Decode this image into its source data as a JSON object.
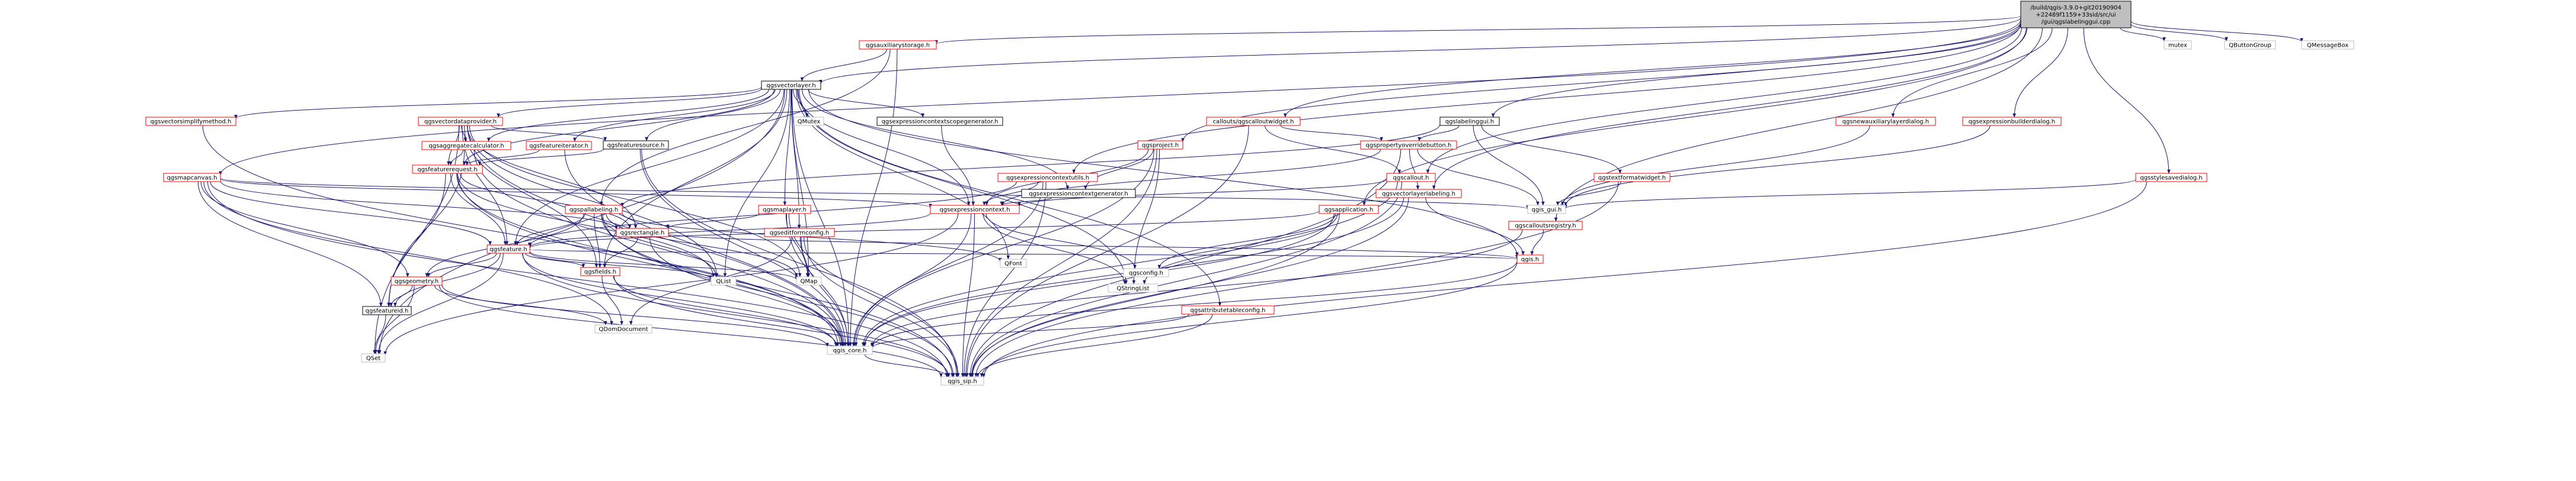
{
  "graph": {
    "kind": "include-dependency-graph",
    "nodes": [
      {
        "id": "root",
        "lines": [
          "/build/qgis-3.9.0+git20190904",
          "+22489f1159+33sid/src/ui",
          "/gui/qgslabelinggui.cpp"
        ],
        "style": "focus"
      },
      {
        "id": "qgsauxiliarystorage",
        "lines": [
          "qgsauxiliarystorage.h"
        ],
        "style": "red"
      },
      {
        "id": "qgsvectorlayer",
        "lines": [
          "qgsvectorlayer.h"
        ],
        "style": "black"
      },
      {
        "id": "qgsvectorsimplifymethod",
        "lines": [
          "qgsvectorsimplifymethod.h"
        ],
        "style": "red"
      },
      {
        "id": "qgsvectordataprovider",
        "lines": [
          "qgsvectordataprovider.h"
        ],
        "style": "red"
      },
      {
        "id": "qgsmapcanvas",
        "lines": [
          "qgsmapcanvas.h"
        ],
        "style": "red"
      },
      {
        "id": "qmutex",
        "lines": [
          "QMutex"
        ],
        "style": "grey"
      },
      {
        "id": "qgsexpressioncontextscopegenerator",
        "lines": [
          "qgsexpressioncontextscopegenerator.h"
        ],
        "style": "black"
      },
      {
        "id": "qgsfeaturesource",
        "lines": [
          "qgsfeaturesource.h"
        ],
        "style": "black"
      },
      {
        "id": "qgsaggregatecalculator",
        "lines": [
          "qgsaggregatecalculator.h"
        ],
        "style": "red"
      },
      {
        "id": "qgsfeatureiterator",
        "lines": [
          "qgsfeatureiterator.h"
        ],
        "style": "red"
      },
      {
        "id": "qgsfeaturerequest",
        "lines": [
          "qgsfeaturerequest.h"
        ],
        "style": "red"
      },
      {
        "id": "qgspallabeling",
        "lines": [
          "qgspallabeling.h"
        ],
        "style": "red"
      },
      {
        "id": "qgsmaplayer",
        "lines": [
          "qgsmaplayer.h"
        ],
        "style": "red"
      },
      {
        "id": "qgseditformconfig",
        "lines": [
          "qgseditformconfig.h"
        ],
        "style": "red"
      },
      {
        "id": "qgsexpressioncontextutils",
        "lines": [
          "qgsexpressioncontextutils.h"
        ],
        "style": "red"
      },
      {
        "id": "qgsexpressioncontextgenerator",
        "lines": [
          "qgsexpressioncontextgenerator.h"
        ],
        "style": "black"
      },
      {
        "id": "qgsexpressioncontext",
        "lines": [
          "qgsexpressioncontext.h"
        ],
        "style": "red"
      },
      {
        "id": "qgsproject",
        "lines": [
          "qgsproject.h"
        ],
        "style": "red"
      },
      {
        "id": "callouts",
        "lines": [
          "callouts/qgscalloutwidget.h"
        ],
        "style": "red"
      },
      {
        "id": "qgslabelinggui",
        "lines": [
          "qgslabelinggui.h"
        ],
        "style": "black"
      },
      {
        "id": "qgspropertyoverridebutton",
        "lines": [
          "qgspropertyoverridebutton.h"
        ],
        "style": "red"
      },
      {
        "id": "qgscallout",
        "lines": [
          "qgscallout.h"
        ],
        "style": "red"
      },
      {
        "id": "qgstextformatwidget",
        "lines": [
          "qgstextformatwidget.h"
        ],
        "style": "red"
      },
      {
        "id": "qgsnewauxiliarylayerdialog",
        "lines": [
          "qgsnewauxiliarylayerdialog.h"
        ],
        "style": "red"
      },
      {
        "id": "qgsexpressionbuilderdialog",
        "lines": [
          "qgsexpressionbuilderdialog.h"
        ],
        "style": "red"
      },
      {
        "id": "qgsstylesavedialog",
        "lines": [
          "qgsstylesavedialog.h"
        ],
        "style": "red"
      },
      {
        "id": "mutex",
        "lines": [
          "mutex"
        ],
        "style": "grey"
      },
      {
        "id": "qbuttongroup",
        "lines": [
          "QButtonGroup"
        ],
        "style": "grey"
      },
      {
        "id": "qmessagebox",
        "lines": [
          "QMessageBox"
        ],
        "style": "grey"
      },
      {
        "id": "qgsapplication",
        "lines": [
          "qgsapplication.h"
        ],
        "style": "red"
      },
      {
        "id": "qgsvectorlayerlabeling",
        "lines": [
          "qgsvectorlayerlabeling.h"
        ],
        "style": "red"
      },
      {
        "id": "qgscalloutsregistry",
        "lines": [
          "qgscalloutsregistry.h"
        ],
        "style": "red"
      },
      {
        "id": "qgsfeature",
        "lines": [
          "qgsfeature.h"
        ],
        "style": "red"
      },
      {
        "id": "qgsrectangle",
        "lines": [
          "qgsrectangle.h"
        ],
        "style": "red"
      },
      {
        "id": "qgsgeometry",
        "lines": [
          "qgsgeometry.h"
        ],
        "style": "red"
      },
      {
        "id": "qgsfields",
        "lines": [
          "qgsfields.h"
        ],
        "style": "red"
      },
      {
        "id": "qgsfeatureid",
        "lines": [
          "qgsfeatureid.h"
        ],
        "style": "black"
      },
      {
        "id": "qlist",
        "lines": [
          "QList"
        ],
        "style": "grey"
      },
      {
        "id": "qmap",
        "lines": [
          "QMap"
        ],
        "style": "grey"
      },
      {
        "id": "qfont",
        "lines": [
          "QFont"
        ],
        "style": "grey"
      },
      {
        "id": "qgsconfig",
        "lines": [
          "qgsconfig.h"
        ],
        "style": "grey"
      },
      {
        "id": "qstringlist",
        "lines": [
          "QStringList"
        ],
        "style": "grey"
      },
      {
        "id": "qgis",
        "lines": [
          "qgis.h"
        ],
        "style": "red"
      },
      {
        "id": "qgsattributetableconfig",
        "lines": [
          "qgsattributetableconfig.h"
        ],
        "style": "red"
      },
      {
        "id": "qdomdocument",
        "lines": [
          "QDomDocument"
        ],
        "style": "grey"
      },
      {
        "id": "qgis_core",
        "lines": [
          "qgis_core.h"
        ],
        "style": "grey"
      },
      {
        "id": "qset",
        "lines": [
          "QSet"
        ],
        "style": "grey"
      },
      {
        "id": "qgis_sip",
        "lines": [
          "qgis_sip.h"
        ],
        "style": "grey"
      },
      {
        "id": "qgis_gui",
        "lines": [
          "qgis_gui.h"
        ],
        "style": "grey"
      }
    ],
    "edges": [
      [
        "root",
        "qgsauxiliarystorage"
      ],
      [
        "root",
        "qgsvectorlayer"
      ],
      [
        "root",
        "qgsmapcanvas"
      ],
      [
        "root",
        "qgsexpressioncontextutils"
      ],
      [
        "root",
        "qgsproject"
      ],
      [
        "root",
        "callouts"
      ],
      [
        "root",
        "qgslabelinggui"
      ],
      [
        "root",
        "qgscallout"
      ],
      [
        "root",
        "qgsnewauxiliarylayerdialog"
      ],
      [
        "root",
        "qgsexpressionbuilderdialog"
      ],
      [
        "root",
        "qgsstylesavedialog"
      ],
      [
        "root",
        "mutex"
      ],
      [
        "root",
        "qbuttongroup"
      ],
      [
        "root",
        "qmessagebox"
      ],
      [
        "root",
        "qgsapplication"
      ],
      [
        "root",
        "qgsvectorlayerlabeling"
      ],
      [
        "root",
        "qgscalloutsregistry"
      ],
      [
        "qgsauxiliarystorage",
        "qgsvectorlayer"
      ],
      [
        "qgsauxiliarystorage",
        "qgspallabeling"
      ],
      [
        "qgsauxiliarystorage",
        "qgis_core"
      ],
      [
        "qgsvectorlayer",
        "qgsvectorsimplifymethod"
      ],
      [
        "qgsvectorlayer",
        "qgsvectordataprovider"
      ],
      [
        "qgsvectorlayer",
        "qmutex"
      ],
      [
        "qgsvectorlayer",
        "qgsexpressioncontextscopegenerator"
      ],
      [
        "qgsvectorlayer",
        "qgsfeaturesource"
      ],
      [
        "qgsvectorlayer",
        "qgsaggregatecalculator"
      ],
      [
        "qgsvectorlayer",
        "qgsfeatureiterator"
      ],
      [
        "qgsvectorlayer",
        "qgsfeaturerequest"
      ],
      [
        "qgsvectorlayer",
        "qgsmaplayer"
      ],
      [
        "qgsvectorlayer",
        "qgseditformconfig"
      ],
      [
        "qgsvectorlayer",
        "qgsexpressioncontextgenerator"
      ],
      [
        "qgsvectorlayer",
        "qgsexpressioncontext"
      ],
      [
        "qgsvectorlayer",
        "qgsfeature"
      ],
      [
        "qgsvectorlayer",
        "qgsfields"
      ],
      [
        "qgsvectorlayer",
        "qgis"
      ],
      [
        "qgsvectorlayer",
        "qgsattributetableconfig"
      ],
      [
        "qgsvectorlayer",
        "qlist"
      ],
      [
        "qgsvectorlayer",
        "qmap"
      ],
      [
        "qgsvectorlayer",
        "qfont"
      ],
      [
        "qgsvectorlayer",
        "qset"
      ],
      [
        "qgsvectorlayer",
        "qgis_core"
      ],
      [
        "qgsvectorlayer",
        "qstringlist"
      ],
      [
        "qgsvectorsimplifymethod",
        "qgis_core"
      ],
      [
        "qgsvectordataprovider",
        "qgsfeaturesource"
      ],
      [
        "qgsvectordataprovider",
        "qgsaggregatecalculator"
      ],
      [
        "qgsvectordataprovider",
        "qgsfeaturerequest"
      ],
      [
        "qgsvectordataprovider",
        "qgsfeature"
      ],
      [
        "qgsvectordataprovider",
        "qgsfields"
      ],
      [
        "qgsvectordataprovider",
        "qlist"
      ],
      [
        "qgsvectordataprovider",
        "qmap"
      ],
      [
        "qgsvectordataprovider",
        "qset"
      ],
      [
        "qgsvectordataprovider",
        "qgis_core"
      ],
      [
        "qgsvectordataprovider",
        "qgsrectangle"
      ],
      [
        "qgsfeaturesource",
        "qgsfeaturerequest"
      ],
      [
        "qgsfeaturesource",
        "qgis_core"
      ],
      [
        "qgsfeaturesource",
        "qgis_sip"
      ],
      [
        "qgsaggregatecalculator",
        "qgsfeaturerequest"
      ],
      [
        "qgsaggregatecalculator",
        "qgsfeatureid"
      ],
      [
        "qgsaggregatecalculator",
        "qgis_core"
      ],
      [
        "qgsfeatureiterator",
        "qgsfeaturerequest"
      ],
      [
        "qgsfeatureiterator",
        "qgis_core"
      ],
      [
        "qgsfeaturerequest",
        "qgsfeature"
      ],
      [
        "qgsfeaturerequest",
        "qgsrectangle"
      ],
      [
        "qgsfeaturerequest",
        "qgis_core"
      ],
      [
        "qgsfeaturerequest",
        "qgis_sip"
      ],
      [
        "qgsfeaturerequest",
        "qlist"
      ],
      [
        "qgsfeaturerequest",
        "qgsfeatureid"
      ],
      [
        "qgsexpressioncontextscopegenerator",
        "qgsexpressioncontext"
      ],
      [
        "qgsexpressioncontextgenerator",
        "qgsexpressioncontext"
      ],
      [
        "qgsmapcanvas",
        "qgsexpressioncontext"
      ],
      [
        "qgsmapcanvas",
        "qgsfeature"
      ],
      [
        "qgsmapcanvas",
        "qgsrectangle"
      ],
      [
        "qgsmapcanvas",
        "qgsgeometry"
      ],
      [
        "qgsmapcanvas",
        "qgsfeatureid"
      ],
      [
        "qgsmapcanvas",
        "qdomdocument"
      ],
      [
        "qgsmapcanvas",
        "qgis_sip"
      ],
      [
        "qgsmapcanvas",
        "qgis_gui"
      ],
      [
        "qgspallabeling",
        "qgsfeature"
      ],
      [
        "qgspallabeling",
        "qgsgeometry"
      ],
      [
        "qgspallabeling",
        "qgsfields"
      ],
      [
        "qgspallabeling",
        "qlist"
      ],
      [
        "qgspallabeling",
        "qmap"
      ],
      [
        "qgspallabeling",
        "qfont"
      ],
      [
        "qgspallabeling",
        "qgis_core"
      ],
      [
        "qgspallabeling",
        "qgis_sip"
      ],
      [
        "qgsmaplayer",
        "qgsrectangle"
      ],
      [
        "qgsmaplayer",
        "qmap"
      ],
      [
        "qgsmaplayer",
        "qgis_core"
      ],
      [
        "qgsmaplayer",
        "qgis_sip"
      ],
      [
        "qgseditformconfig",
        "qgis_core"
      ],
      [
        "qgseditformconfig",
        "qmap"
      ],
      [
        "qgseditformconfig",
        "qdomdocument"
      ],
      [
        "qgseditformconfig",
        "qgis_sip"
      ],
      [
        "qgsexpressioncontextutils",
        "qgsexpressioncontext"
      ],
      [
        "qgsexpressioncontextutils",
        "qgsfeature"
      ],
      [
        "qgsexpressioncontextutils",
        "qgis_core"
      ],
      [
        "qgsexpressioncontextutils",
        "qgis_sip"
      ],
      [
        "qgsexpressioncontext",
        "qgsfeature"
      ],
      [
        "qgsexpressioncontext",
        "qstringlist"
      ],
      [
        "qgsexpressioncontext",
        "qgis_core"
      ],
      [
        "qgsexpressioncontext",
        "qgis_sip"
      ],
      [
        "qgsexpressioncontext",
        "qset"
      ],
      [
        "qgsexpressioncontext",
        "qgsconfig"
      ],
      [
        "qgsproject",
        "qgsexpressioncontextgenerator"
      ],
      [
        "qgsproject",
        "qgsexpressioncontext"
      ],
      [
        "qgsproject",
        "qgis_core"
      ],
      [
        "qgsproject",
        "qgis_sip"
      ],
      [
        "qgsproject",
        "qstringlist"
      ],
      [
        "callouts",
        "qgspropertyoverridebutton"
      ],
      [
        "callouts",
        "qgscallout"
      ],
      [
        "callouts",
        "qgis_sip"
      ],
      [
        "qgslabelinggui",
        "qgspallabeling"
      ],
      [
        "qgslabelinggui",
        "qgspropertyoverridebutton"
      ],
      [
        "qgslabelinggui",
        "qgstextformatwidget"
      ],
      [
        "qgslabelinggui",
        "qgis_gui"
      ],
      [
        "qgspropertyoverridebutton",
        "qgsexpressioncontext"
      ],
      [
        "qgspropertyoverridebutton",
        "qgsvectorlayerlabeling"
      ],
      [
        "qgspropertyoverridebutton",
        "qgis_gui"
      ],
      [
        "qgspropertyoverridebutton",
        "qgis_sip"
      ],
      [
        "qgscallout",
        "qgsexpressioncontext"
      ],
      [
        "qgscallout",
        "qgis_core"
      ],
      [
        "qgscallout",
        "qgis_sip"
      ],
      [
        "qgstextformatwidget",
        "qgis_gui"
      ],
      [
        "qgstextformatwidget",
        "qgis_sip"
      ],
      [
        "qgsnewauxiliarylayerdialog",
        "qgis_gui"
      ],
      [
        "qgsexpressionbuilderdialog",
        "qgis_gui"
      ],
      [
        "qgsstylesavedialog",
        "qgis_gui"
      ],
      [
        "qgsstylesavedialog",
        "qgis_sip"
      ],
      [
        "qgsapplication",
        "qgis_core"
      ],
      [
        "qgsapplication",
        "qgsconfig"
      ],
      [
        "qgsapplication",
        "qstringlist"
      ],
      [
        "qgsapplication",
        "qgis_sip"
      ],
      [
        "qgsapplication",
        "qgsfeature"
      ],
      [
        "qgsvectorlayerlabeling",
        "qgis"
      ],
      [
        "qgsvectorlayerlabeling",
        "qgis_core"
      ],
      [
        "qgsvectorlayerlabeling",
        "qgis_sip"
      ],
      [
        "qgscalloutsregistry",
        "qgis"
      ],
      [
        "qgscalloutsregistry",
        "qgis_core"
      ],
      [
        "qgsfeature",
        "qgsgeometry"
      ],
      [
        "qgsfeature",
        "qgsfields"
      ],
      [
        "qgsfeature",
        "qgsfeatureid"
      ],
      [
        "qgsfeature",
        "qlist"
      ],
      [
        "qgsfeature",
        "qmap"
      ],
      [
        "qgsfeature",
        "qset"
      ],
      [
        "qgsfeature",
        "qgis_core"
      ],
      [
        "qgsfeature",
        "qgis_sip"
      ],
      [
        "qgsfeature",
        "qgis"
      ],
      [
        "qgsrectangle",
        "qgis_core"
      ],
      [
        "qgsrectangle",
        "qgis"
      ],
      [
        "qgsrectangle",
        "qgsfields"
      ],
      [
        "qgsgeometry",
        "qgsfeatureid"
      ],
      [
        "qgsgeometry",
        "qdomdocument"
      ],
      [
        "qgsgeometry",
        "qset"
      ],
      [
        "qgsgeometry",
        "qgis_core"
      ],
      [
        "qgsgeometry",
        "qgis_sip"
      ],
      [
        "qgsfields",
        "qgis_core"
      ],
      [
        "qgsfields",
        "qdomdocument"
      ],
      [
        "qgsfields",
        "qgis_sip"
      ],
      [
        "qgsfeatureid",
        "qset"
      ],
      [
        "qgis",
        "qgis_core"
      ],
      [
        "qgis",
        "qgis_sip"
      ],
      [
        "qgsattributetableconfig",
        "qgis_core"
      ],
      [
        "qgsattributetableconfig",
        "qgis_sip"
      ],
      [
        "qgis_core",
        "qgis_sip"
      ]
    ]
  }
}
